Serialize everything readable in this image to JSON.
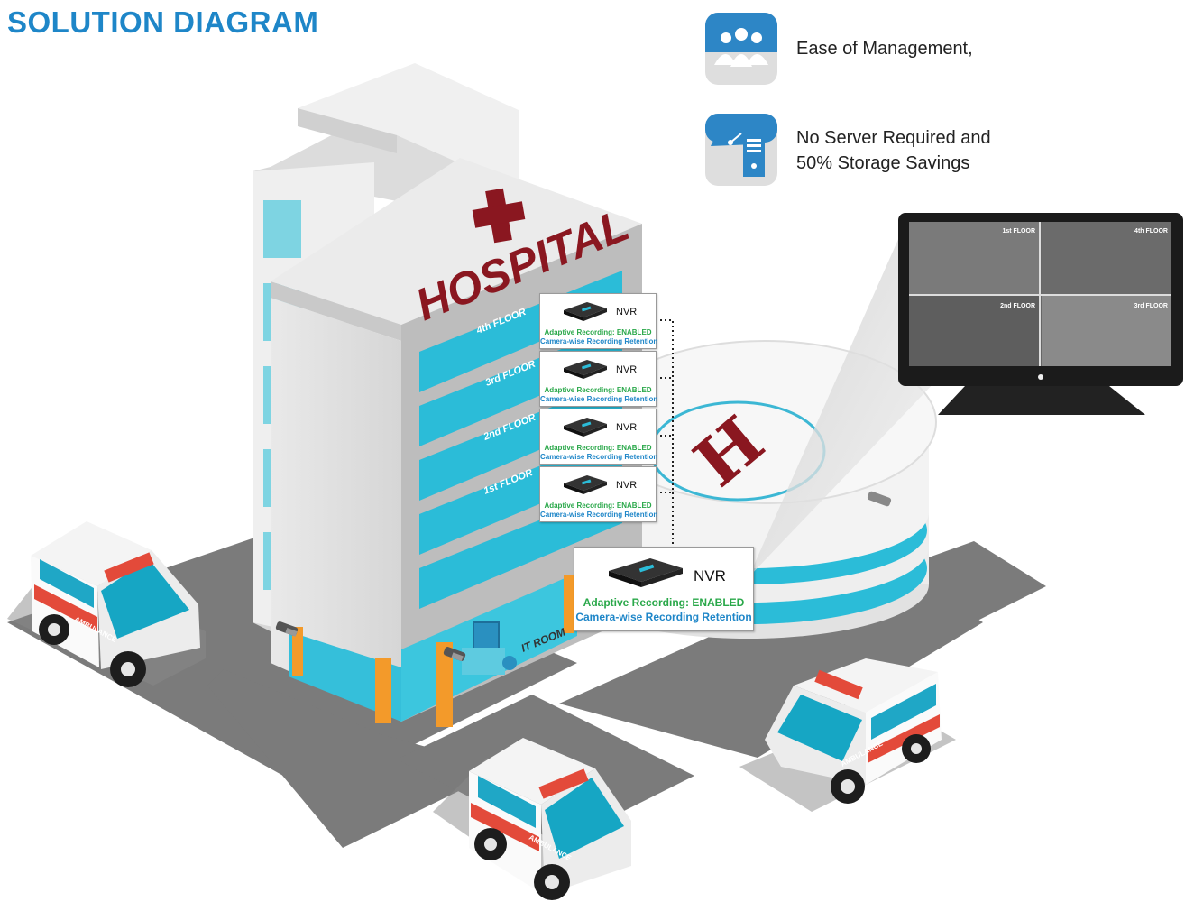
{
  "title": "SOLUTION DIAGRAM",
  "features": [
    {
      "icon": "people-group-icon",
      "text": "Ease of Management,"
    },
    {
      "icon": "gauge-server-icon",
      "lines": [
        "No Server Required and",
        "50% Storage Savings"
      ]
    }
  ],
  "building": {
    "sign": "HOSPITAL",
    "floors": [
      "4th FLOOR",
      "3rd FLOOR",
      "2nd FLOOR",
      "1st FLOOR"
    ],
    "it_room": "IT ROOM"
  },
  "nvr_label": "NVR",
  "nvr_units": [
    {
      "floor": "4th FLOOR",
      "status": "Adaptive Recording: ENABLED",
      "retention": "Camera-wise Recording Retention"
    },
    {
      "floor": "3rd FLOOR",
      "status": "Adaptive Recording: ENABLED",
      "retention": "Camera-wise Recording Retention"
    },
    {
      "floor": "2nd FLOOR",
      "status": "Adaptive Recording: ENABLED",
      "retention": "Camera-wise Recording Retention"
    },
    {
      "floor": "1st FLOOR",
      "status": "Adaptive Recording: ENABLED",
      "retention": "Camera-wise Recording Retention"
    },
    {
      "floor": "IT ROOM",
      "status": "Adaptive Recording: ENABLED",
      "retention": "Camera-wise Recording Retention"
    }
  ],
  "monitor": {
    "quadrants": [
      "1st FLOOR",
      "4th FLOOR",
      "2nd FLOOR",
      "3rd FLOOR"
    ]
  },
  "ambulance_label": "AMBULANCE",
  "helipad_letter": "H",
  "colors": {
    "title": "#1e86c8",
    "cyan": "#2bbcd8",
    "hospital_red": "#8a1720",
    "recording_green": "#2aa84a",
    "retention_blue": "#1e86c8",
    "orange_pillar": "#f39a2a"
  }
}
